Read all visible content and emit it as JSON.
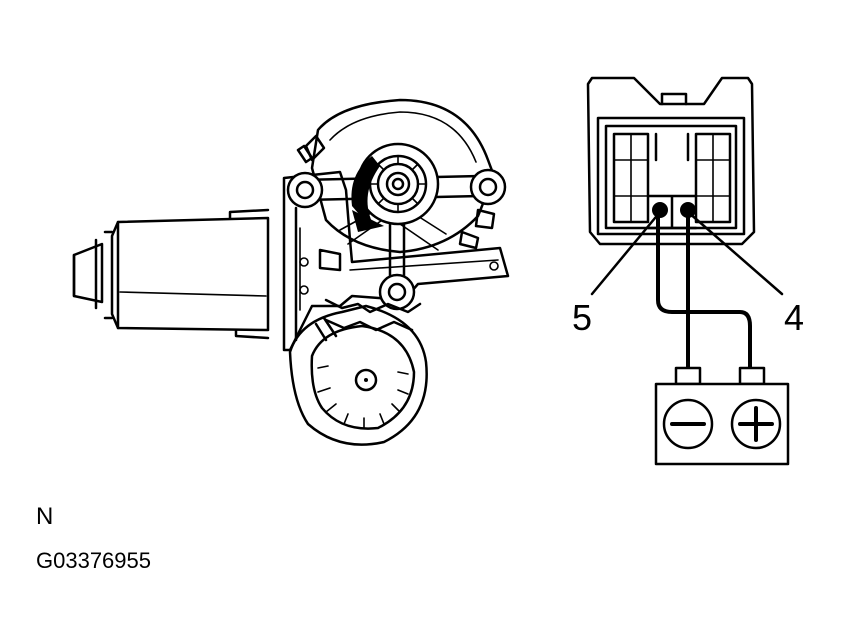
{
  "labels": {
    "pin_5": "5",
    "pin_4": "4",
    "view_letter": "N",
    "figure_id": "G03376955"
  },
  "battery": {
    "negative_symbol": "minus",
    "positive_symbol": "plus"
  },
  "motor": {
    "rotation_direction": "counterclockwise"
  }
}
